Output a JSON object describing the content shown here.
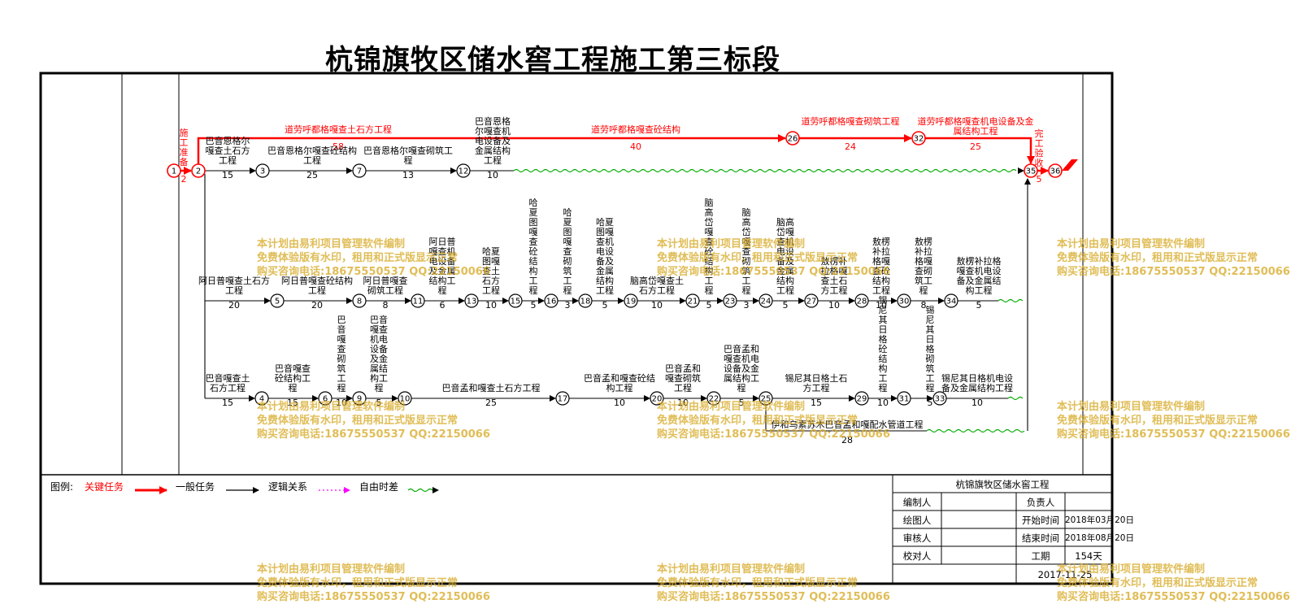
{
  "title": "杭锦旗牧区储水窖工程施工第三标段",
  "colors": {
    "critical": "#ff0000",
    "normal": "#000000",
    "float": "#00aa00",
    "logic": "#ff00ff",
    "watermark": "#d7aa28"
  },
  "nodes": [
    "1",
    "2",
    "3",
    "4",
    "5",
    "6",
    "7",
    "8",
    "9",
    "10",
    "11",
    "12",
    "13",
    "15",
    "16",
    "17",
    "18",
    "19",
    "20",
    "21",
    "22",
    "23",
    "24",
    "25",
    "26",
    "27",
    "28",
    "29",
    "30",
    "31",
    "32",
    "33",
    "34",
    "35",
    "36"
  ],
  "tasks": {
    "t1_2": {
      "name": "施工准备",
      "dur": "2"
    },
    "t2_26": {
      "name": "道劳呼都格嘎查土石方工程",
      "dur": "58"
    },
    "t26_32": {
      "name": "道劳呼都格嘎查砌筑工程",
      "dur": "24"
    },
    "t32_35": {
      "name": "道劳呼都格嘎查机电设备及金属结构工程",
      "dur": "25"
    },
    "t35_36": {
      "name": "完工验收",
      "dur": "5"
    },
    "tmid": {
      "name": "道劳呼都格嘎查砼结构",
      "dur": "40"
    },
    "r1a": {
      "name": "巴音恩格尔嘎查土石方工程",
      "dur": "15"
    },
    "r1b": {
      "name": "巴音恩格尔嘎查砼结构工程",
      "dur": "25"
    },
    "r1c": {
      "name": "巴音恩格尔嘎查砌筑工程",
      "dur": "13"
    },
    "r1d": {
      "name": "巴音恩格尔嘎查机电设备及金属结构工程",
      "dur": "10"
    },
    "r2a": {
      "name": "阿日普嘎查土石方工程",
      "dur": "20"
    },
    "r2b": {
      "name": "阿日普嘎查砼结构工程",
      "dur": "20"
    },
    "r2c": {
      "name": "阿日普嘎查砌筑工程",
      "dur": "8"
    },
    "r2d": {
      "name": "阿日普嘎查机电设备及金属结构工程",
      "dur": "6"
    },
    "r2e": {
      "name": "哈夏图嘎查土石方工程",
      "dur": "10"
    },
    "r2f": {
      "name": "哈夏图嘎查砼结构工程",
      "dur": "5"
    },
    "r2g": {
      "name": "哈夏图嘎查砌筑工程",
      "dur": "3"
    },
    "r2h": {
      "name": "哈夏图嘎查机电设备及金属结构工程",
      "dur": "5"
    },
    "r2i": {
      "name": "脑高岱嘎查土石方工程",
      "dur": "10"
    },
    "r2j": {
      "name": "脑高岱嘎查砼结构工程",
      "dur": "5"
    },
    "r2k": {
      "name": "脑高岱嘎查砌筑工程",
      "dur": "3"
    },
    "r2l": {
      "name": "脑高岱嘎查机电设备及金属结构工程",
      "dur": "5"
    },
    "r2m": {
      "name": "敖楞补拉格嘎查土石方工程",
      "dur": "10"
    },
    "r2n": {
      "name": "敖楞补拉格嘎查砼结构工程",
      "dur": "10"
    },
    "r2o": {
      "name": "敖楞补拉格嘎查砌筑工程",
      "dur": "8"
    },
    "r2p": {
      "name": "敖楞补拉格嘎查机电设备及金属结构工程",
      "dur": "5"
    },
    "r3a": {
      "name": "巴音嘎查土石方工程",
      "dur": "15"
    },
    "r3b": {
      "name": "巴音嘎查砼结构工程",
      "dur": "15"
    },
    "r3c": {
      "name": "巴音嘎查砌筑工程",
      "dur": "10"
    },
    "r3d": {
      "name": "巴音嘎查机电设备及金属结构工程",
      "dur": "5"
    },
    "r3e": {
      "name": "巴音孟和嘎查土石方工程",
      "dur": "25"
    },
    "r3f": {
      "name": "巴音孟和嘎查砼结构工程",
      "dur": "10"
    },
    "r3g": {
      "name": "巴音孟和嘎查砌筑工程",
      "dur": "10"
    },
    "r3h": {
      "name": "巴音孟和嘎查机电设备及金属结构工程",
      "dur": "5"
    },
    "r3i": {
      "name": "锡尼其日格土石方工程",
      "dur": "15"
    },
    "r3j": {
      "name": "锡尼其日格砼结构工程",
      "dur": "10"
    },
    "r3k": {
      "name": "锡尼其日格砌筑工程",
      "dur": "5"
    },
    "r3l": {
      "name": "锡尼其日格机电设备及金属结构工程",
      "dur": "10"
    },
    "r4": {
      "name": "伊和乌素苏木巴音孟和嘎配水管道工程",
      "dur": "28"
    }
  },
  "legend": {
    "label": "图例:",
    "critical": "关键任务",
    "normal": "一般任务",
    "logic": "逻辑关系",
    "float": "自由时差"
  },
  "info": {
    "project": "杭锦旗牧区储水窖工程",
    "editor_label": "编制人",
    "owner_label": "负责人",
    "drawer_label": "绘图人",
    "start_label": "开始时间",
    "start_value": "2018年03月20日",
    "reviewer_label": "审核人",
    "end_label": "结束时间",
    "end_value": "2018年08月20日",
    "checker_label": "校对人",
    "duration_label": "工期",
    "duration_value": "154天",
    "date": "2017-11-25"
  },
  "watermark": {
    "line1": "本计划由易利项目管理软件编制",
    "line2": "免费体验版有水印，租用和正式版显示正常",
    "line3": "购买咨询电话:18675550537 QQ:22150066"
  }
}
